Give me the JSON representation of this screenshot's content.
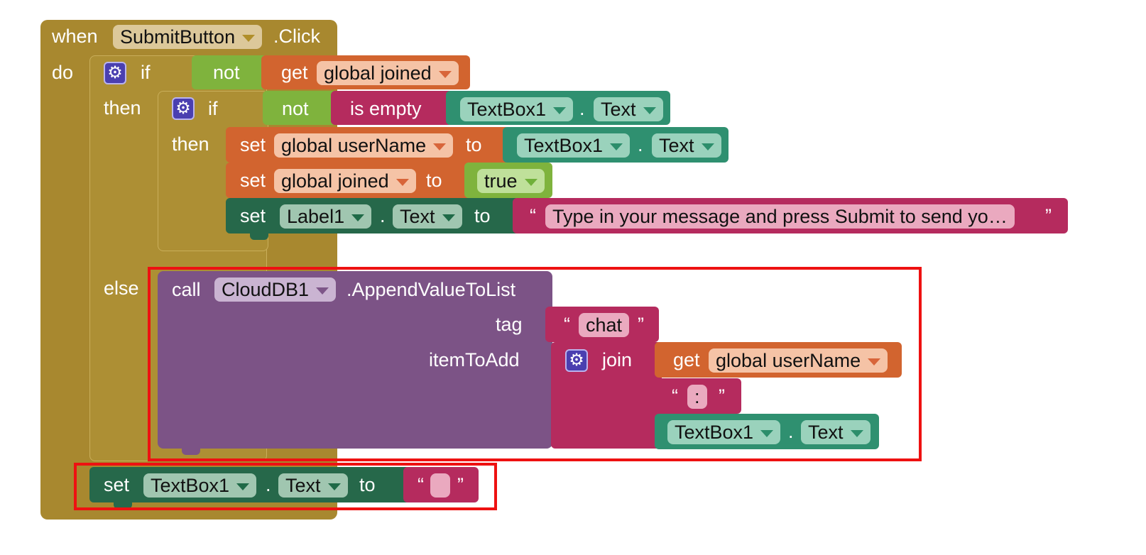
{
  "event": {
    "when": "when",
    "component": "SubmitButton",
    "event_name": ".Click",
    "do": "do"
  },
  "outer_if": {
    "if": "if",
    "not": "not",
    "get": "get",
    "var": "global joined",
    "then": "then",
    "else": "else"
  },
  "inner_if": {
    "if": "if",
    "not": "not",
    "is_empty": "is empty",
    "component": "TextBox1",
    "dot": ".",
    "property": "Text",
    "then": "then"
  },
  "set1": {
    "set": "set",
    "var": "global userName",
    "to": "to",
    "component": "TextBox1",
    "dot": ".",
    "property": "Text"
  },
  "set2": {
    "set": "set",
    "var": "global joined",
    "to": "to",
    "value": "true"
  },
  "set3": {
    "set": "set",
    "component": "Label1",
    "dot": ".",
    "property": "Text",
    "to": "to",
    "open_quote": "“",
    "text": "Type in your message and press Submit to send yo…",
    "close_quote": "”"
  },
  "call": {
    "call": "call",
    "component": "CloudDB1",
    "method": ".AppendValueToList",
    "tag_label": "tag",
    "tag_value": "chat",
    "item_label": "itemToAdd",
    "open_quote": "“",
    "close_quote": "”"
  },
  "join": {
    "join": "join",
    "get": "get",
    "var": "global userName",
    "colon": ":",
    "component": "TextBox1",
    "dot": ".",
    "property": "Text"
  },
  "set4": {
    "set": "set",
    "component": "TextBox1",
    "dot": ".",
    "property": "Text",
    "to": "to",
    "open_quote": "“",
    "close_quote": "”"
  }
}
